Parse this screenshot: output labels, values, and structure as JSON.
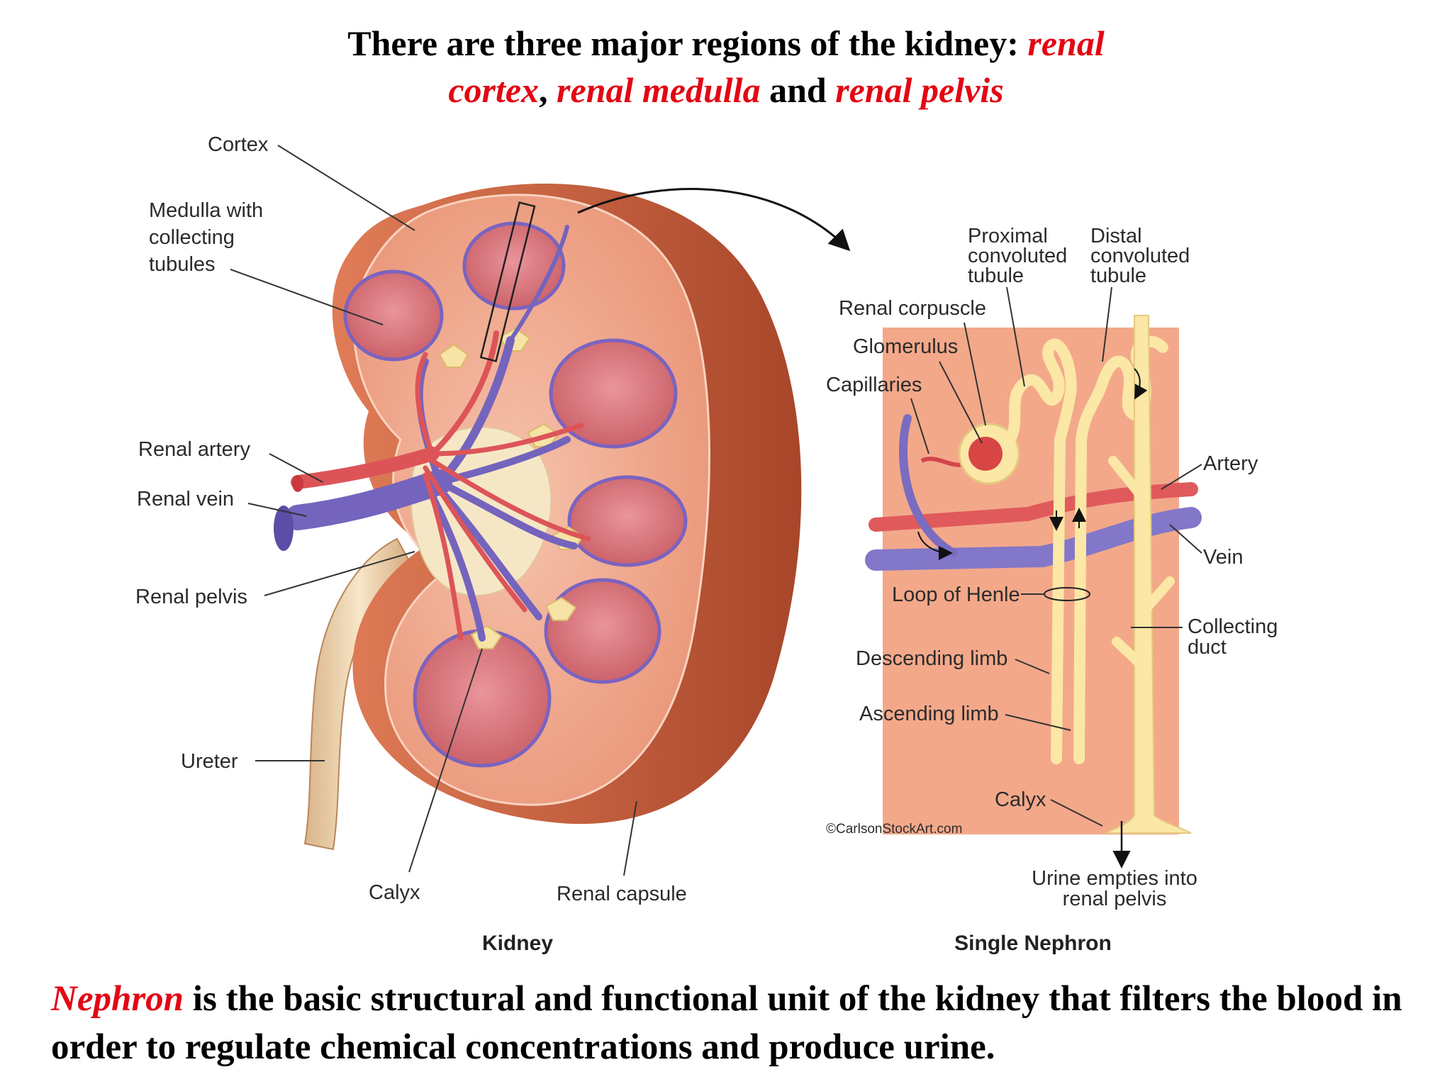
{
  "title": {
    "prefix": "There are three major regions of the kidney: ",
    "cortex_a": "renal",
    "cortex_b": "cortex",
    "sep1": ", ",
    "medulla": "renal medulla",
    "sep2": " and ",
    "pelvis": "renal pelvis"
  },
  "kidney": {
    "caption": "Kidney",
    "labels": {
      "cortex": "Cortex",
      "medulla_1": "Medulla with",
      "medulla_2": "collecting",
      "medulla_3": "tubules",
      "renal_artery": "Renal artery",
      "renal_vein": "Renal vein",
      "renal_pelvis": "Renal pelvis",
      "ureter": "Ureter",
      "calyx": "Calyx",
      "renal_capsule": "Renal capsule"
    }
  },
  "nephron": {
    "caption": "Single Nephron",
    "copyright": "©CarlsonStockArt.com",
    "labels": {
      "pct_1": "Proximal",
      "pct_2": "convoluted",
      "pct_3": "tubule",
      "dct_1": "Distal",
      "dct_2": "convoluted",
      "dct_3": "tubule",
      "renal_corpuscle": "Renal corpuscle",
      "glomerulus": "Glomerulus",
      "capillaries": "Capillaries",
      "artery": "Artery",
      "vein": "Vein",
      "loop_of_henle": "Loop of Henle",
      "collecting_duct_1": "Collecting",
      "collecting_duct_2": "duct",
      "descending_limb": "Descending limb",
      "ascending_limb": "Ascending limb",
      "calyx": "Calyx",
      "urine_1": "Urine empties into",
      "urine_2": "renal pelvis"
    }
  },
  "footer": {
    "term": "Nephron",
    "text": " is the basic structural and functional unit of the kidney that filters the blood in order to regulate chemical concentrations and produce urine."
  },
  "colors": {
    "accent_red": "#e30613",
    "capsule": "#c8603e",
    "cortex": "#eea387",
    "pyramid": "#d9757a",
    "artery": "#e0555a",
    "vein": "#7a6cc0",
    "tubule": "#fbe7a6",
    "nephron_bg": "#f3a88a"
  }
}
